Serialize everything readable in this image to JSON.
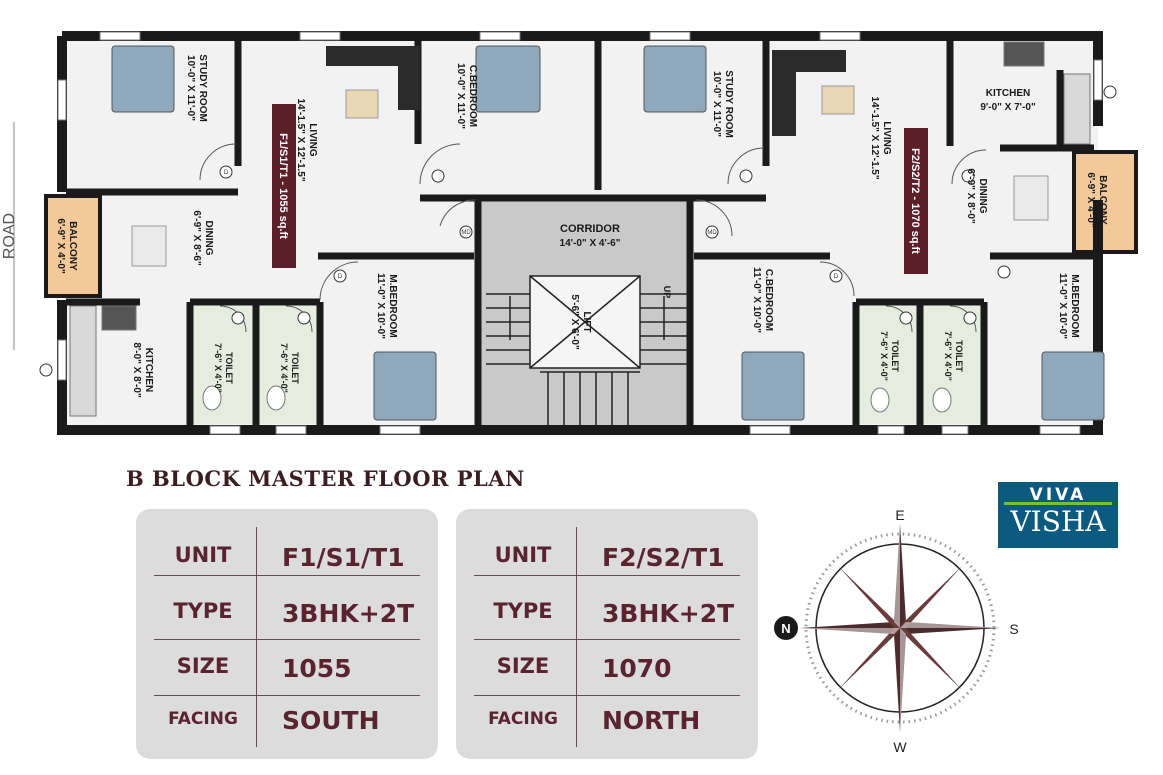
{
  "road_label": "ROAD",
  "rooms": {
    "study1": {
      "name": "STUDY ROOM",
      "size": "10'-0\" X 11'-0\""
    },
    "living1": {
      "name": "LIVING",
      "size": "14'-1.5\" X 12'-1.5\""
    },
    "cbed1": {
      "name": "C.BEDROOM",
      "size": "10'-0\" X 11'-0\""
    },
    "balcony1": {
      "name": "BALCONY",
      "size": "6'-9\" X 4'-0\""
    },
    "dining1": {
      "name": "DINING",
      "size": "6'-9\" X 8'-6\""
    },
    "kitchen1": {
      "name": "KITCHEN",
      "size": "8'-0\" X 8'-0\""
    },
    "toilet1a": {
      "name": "TOILET",
      "size": "7'-6\" X 4'-0\""
    },
    "toilet1b": {
      "name": "TOILET",
      "size": "7'-6\" X 4'-0\""
    },
    "mbed1": {
      "name": "M.BEDROOM",
      "size": "11'-0\" X 10'-0\""
    },
    "study2": {
      "name": "STUDY ROOM",
      "size": "10'-0\" X 11'-0\""
    },
    "living2": {
      "name": "LIVING",
      "size": "14'-1.5\" X 12'-1.5\""
    },
    "kitchen2": {
      "name": "KITCHEN",
      "size": "9'-0\" X 7'-0\""
    },
    "dining2": {
      "name": "DINING",
      "size": "6'-9\" X 8'-0\""
    },
    "balcony2": {
      "name": "BALCONY",
      "size": "6'-9\" X 4'-0\""
    },
    "cbed2": {
      "name": "C.BEDROOM",
      "size": "11'-0\" X 10'-0\""
    },
    "toilet2a": {
      "name": "TOILET",
      "size": "7'-6\" X 4'-0\""
    },
    "toilet2b": {
      "name": "TOILET",
      "size": "7'-6\" X 4'-0\""
    },
    "mbed2": {
      "name": "M.BEDROOM",
      "size": "11'-0\" X 10'-0\""
    },
    "corridor": {
      "name": "CORRIDOR",
      "size": "14'-0\" X 4'-6\""
    },
    "lift": {
      "name": "LIFT",
      "size": "5'-6\" X 6'-0\""
    }
  },
  "stair_up": "UP",
  "door_marks": {
    "d": "D",
    "md": "MD"
  },
  "unit_tags": {
    "unit1": "F1/S1/T1 - 1055 sq.ft",
    "unit2": "F2/S2/T2 - 1070 sq.ft"
  },
  "title": "B BLOCK MASTER FLOOR PLAN",
  "cards": [
    {
      "rows": [
        {
          "label": "UNIT",
          "value": "F1/S1/T1"
        },
        {
          "label": "TYPE",
          "value": "3BHK+2T"
        },
        {
          "label": "SIZE",
          "value": "1055"
        },
        {
          "label": "FACING",
          "value": "SOUTH"
        }
      ]
    },
    {
      "rows": [
        {
          "label": "UNIT",
          "value": "F2/S2/T1"
        },
        {
          "label": "TYPE",
          "value": "3BHK+2T"
        },
        {
          "label": "SIZE",
          "value": "1070"
        },
        {
          "label": "FACING",
          "value": "NORTH"
        }
      ]
    }
  ],
  "compass": {
    "top": "E",
    "right": "S",
    "bottom": "W",
    "left": "N"
  },
  "logo": {
    "line1": "VIVA",
    "line2": "VISHA"
  },
  "colors": {
    "wall": "#1a1a1a",
    "floor": "#f2f2f2",
    "balcony": "#f3c99a",
    "toilet": "#e6ecde",
    "corridor": "#c9c9c9",
    "unit_tag": "#5a1f28",
    "card": "#dcdcdc",
    "card_text": "#5a2332",
    "logo_bg": "#0d5a7f",
    "logo_accent": "#7cbc3a",
    "bed": "#8fa8bb"
  }
}
